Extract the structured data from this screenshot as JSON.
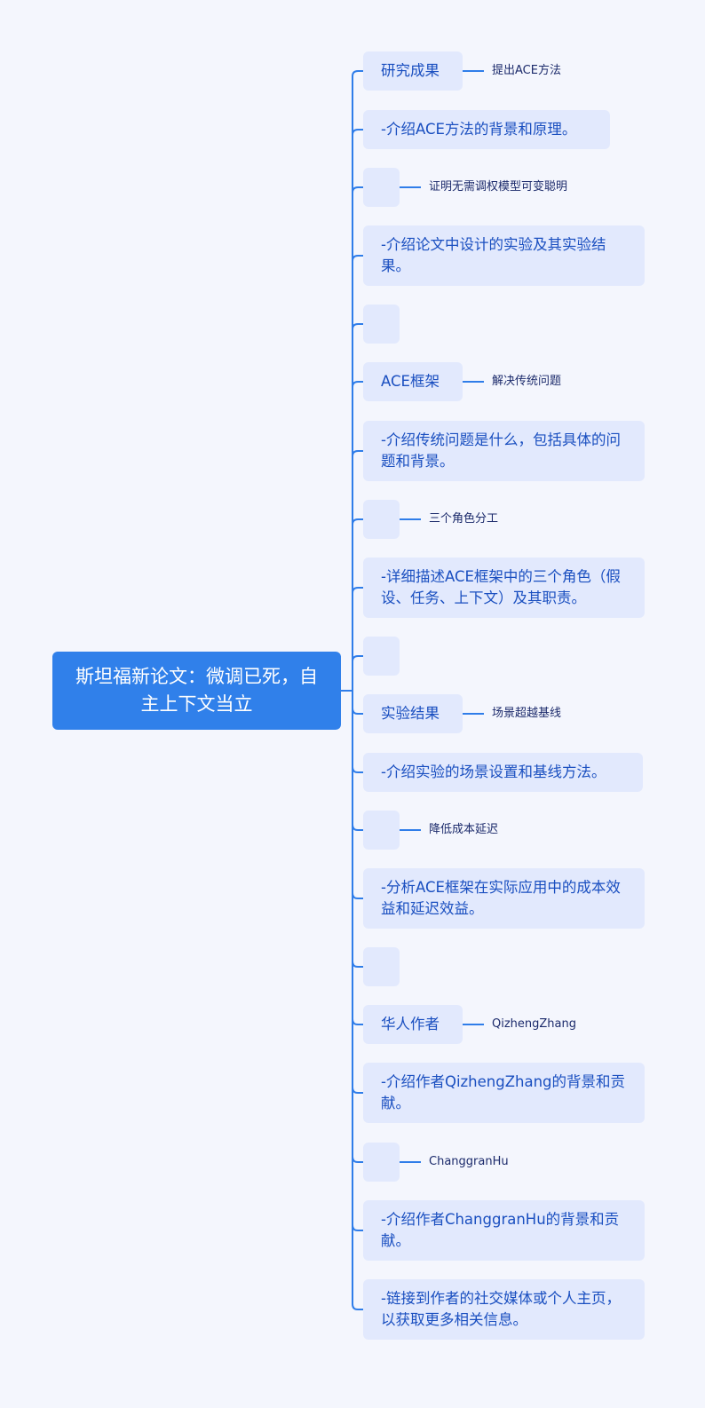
{
  "root": {
    "title": "斯坦福新论文：微调已死，自主上下文当立"
  },
  "nodes": [
    {
      "text": "研究成果",
      "label": "提出ACE方法"
    },
    {
      "text": "-介绍ACE方法的背景和原理。"
    },
    {
      "text": "",
      "label": "证明无需调权模型可变聪明"
    },
    {
      "text": "-介绍论文中设计的实验及其实验结果。"
    },
    {
      "text": ""
    },
    {
      "text": "ACE框架",
      "label": "解决传统问题"
    },
    {
      "text": "-介绍传统问题是什么，包括具体的问题和背景。"
    },
    {
      "text": "",
      "label": "三个角色分工"
    },
    {
      "text": "-详细描述ACE框架中的三个角色（假设、任务、上下文）及其职责。"
    },
    {
      "text": ""
    },
    {
      "text": "实验结果",
      "label": "场景超越基线"
    },
    {
      "text": "-介绍实验的场景设置和基线方法。"
    },
    {
      "text": "",
      "label": "降低成本延迟"
    },
    {
      "text": "-分析ACE框架在实际应用中的成本效益和延迟效益。"
    },
    {
      "text": ""
    },
    {
      "text": "华人作者",
      "label": "QizhengZhang"
    },
    {
      "text": "-介绍作者QizhengZhang的背景和贡献。"
    },
    {
      "text": "",
      "label": "ChanggranHu"
    },
    {
      "text": "-介绍作者ChanggranHu的背景和贡献。"
    },
    {
      "text": "-链接到作者的社交媒体或个人主页，以获取更多相关信息。"
    }
  ],
  "colors": {
    "background": "#f4f6fd",
    "root": "#3080ea",
    "node": "#e2e9fd",
    "line": "#2f7de9",
    "text": "#1a4fc0"
  }
}
